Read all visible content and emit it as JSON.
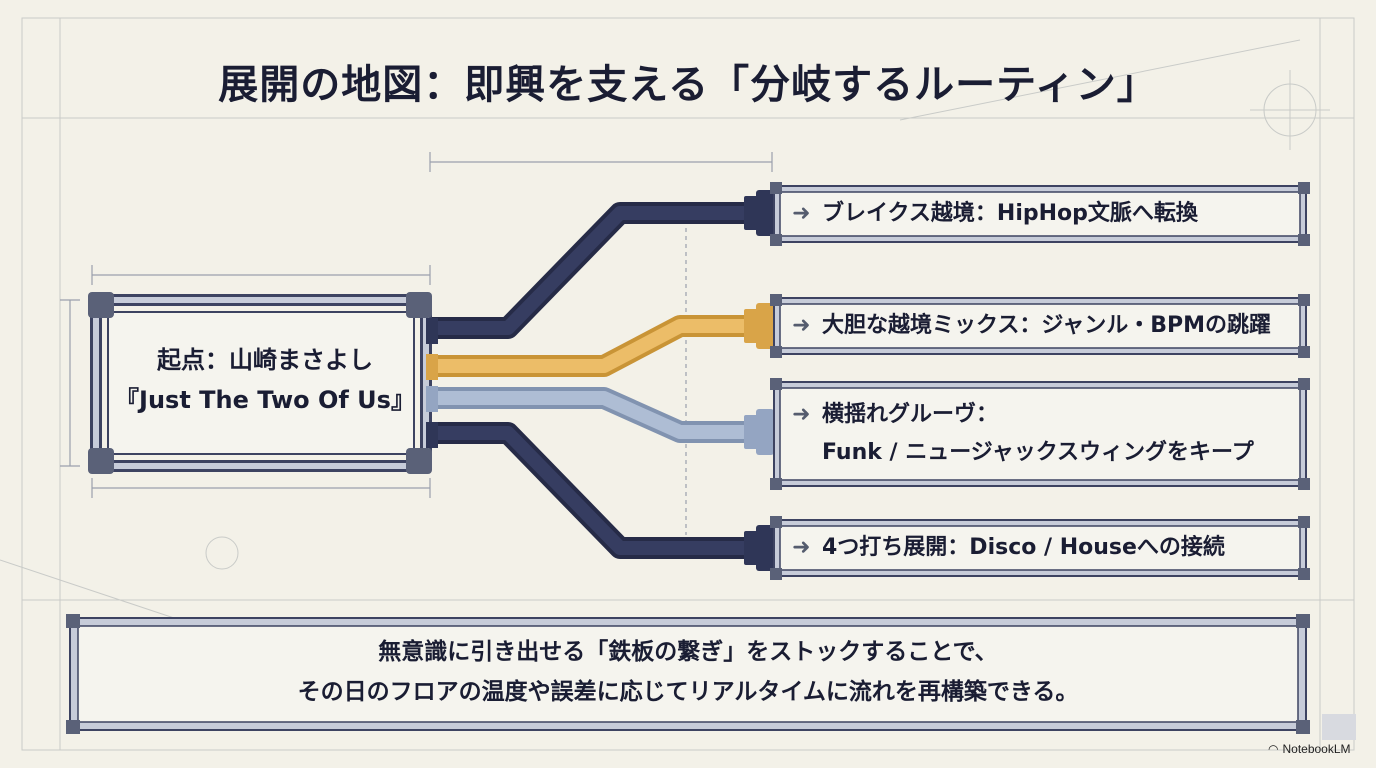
{
  "title": "展開の地図：即興を支える「分岐するルーティン」",
  "start": {
    "line1": "起点：山崎まさよし",
    "line2": "『Just The Two Of Us』"
  },
  "branches": [
    {
      "line1": "ブレイクス越境：HipHop文脈へ転換",
      "line2": "",
      "color": "#2f3657"
    },
    {
      "line1": "大胆な越境ミックス：ジャンル・BPMの跳躍",
      "line2": "",
      "color": "#e8b65c"
    },
    {
      "line1": "横揺れグルーヴ：",
      "line2": "Funk / ニュージャックスウィングをキープ",
      "color": "#a4b4cc"
    },
    {
      "line1": "4つ打ち展開：Disco / Houseへの接続",
      "line2": "",
      "color": "#2f3657"
    }
  ],
  "arrow_glyph": "➜",
  "footer": {
    "line1": "無意識に引き出せる「鉄板の繋ぎ」をストックすることで、",
    "line2": "その日のフロアの温度や誤差に応じてリアルタイムに流れを再構築できる。"
  },
  "brand": {
    "label": "NotebookLM",
    "icon": "notebook-icon"
  },
  "colors": {
    "background": "#f3f1e8",
    "pipe_dark": "#2f3657",
    "pipe_gold": "#e8b65c",
    "pipe_light": "#a4b4cc",
    "frame": "#5a6178",
    "frame_fill": "#c7ccd9"
  }
}
